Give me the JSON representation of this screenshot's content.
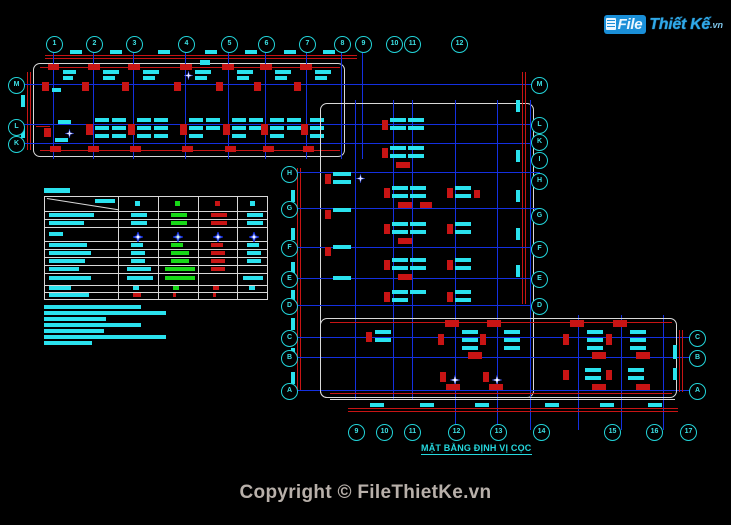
{
  "page": {
    "background_color": "#000000",
    "drawing_title": "MẶT BẰNG ĐỊNH VỊ CỌC",
    "copyright": "Copyright © FileThietKe.vn",
    "watermark": {
      "logo_part1": "File",
      "logo_part2": "Thiết Kế",
      "logo_part3": ".vn",
      "icon": "document-icon"
    }
  },
  "colors": {
    "grid_blue": "#1430e0",
    "dimension_red": "#c81414",
    "annotation_cyan": "#2ae2ee",
    "outline_white": "#d8d8d8",
    "green": "#17d917",
    "bubble": "#22d3d8"
  },
  "grids": {
    "top_axis": [
      "1",
      "2",
      "3",
      "4",
      "5",
      "6",
      "7",
      "8",
      "9",
      "10",
      "11",
      "12"
    ],
    "bottom_axis": [
      "9",
      "10",
      "11",
      "12",
      "13",
      "14",
      "15",
      "16",
      "17"
    ],
    "left_axis_upper": [
      "M",
      "L",
      "K"
    ],
    "right_axis_upper": [
      "M",
      "L",
      "K",
      "I",
      "H",
      "G",
      "F",
      "E",
      "D"
    ],
    "middle_left_axis": [
      "H",
      "G",
      "F",
      "E",
      "D",
      "C",
      "B",
      "A"
    ],
    "right_axis_lower": [
      "C",
      "B",
      "A"
    ]
  },
  "legend_table": {
    "caption_redacted": true,
    "columns": 5,
    "rows": 11,
    "symbol_icons": [
      "pile-symbol-1",
      "pile-symbol-2",
      "pile-symbol-3",
      "pile-symbol-4"
    ],
    "note": "Text in legend table is not legible at source resolution"
  },
  "notes_block": {
    "lines": 7,
    "note": "Note text is not legible at source resolution"
  }
}
